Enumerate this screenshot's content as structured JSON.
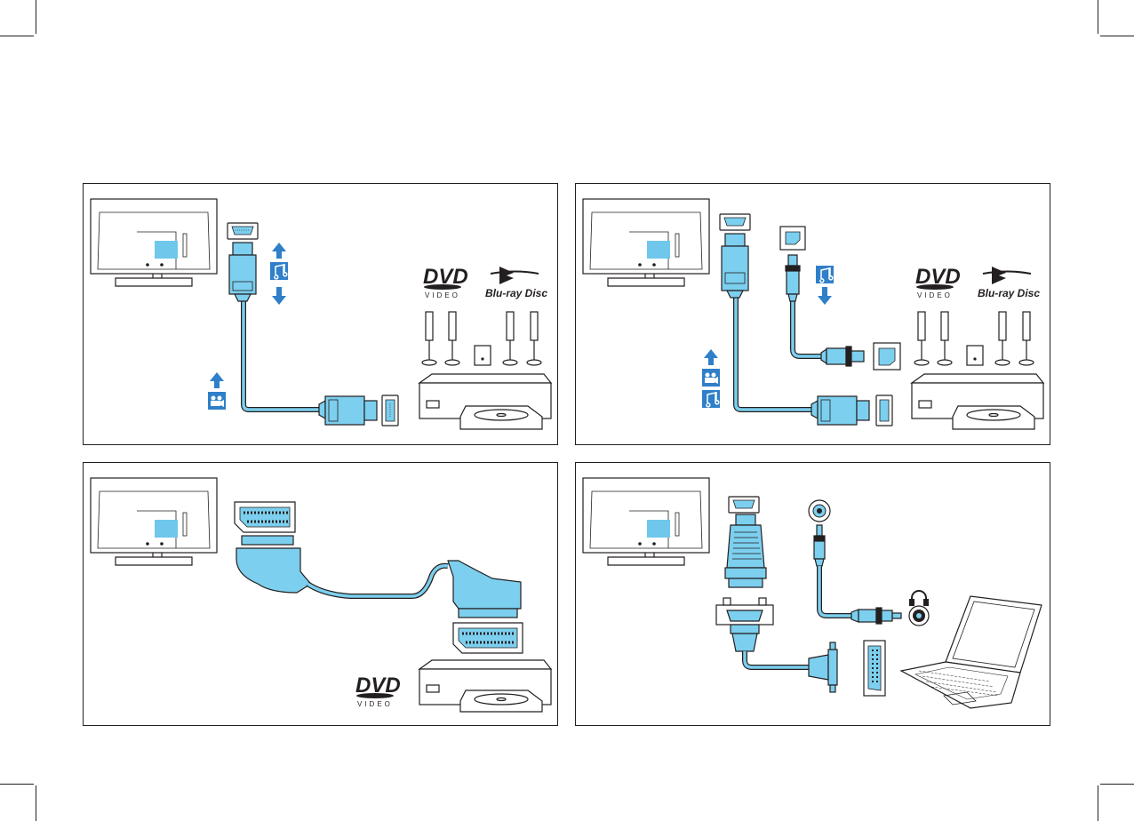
{
  "logos": {
    "dvd": {
      "text": "DVD",
      "subtext": "VIDEO"
    },
    "bluray": {
      "text": "Blu-ray Disc"
    }
  },
  "colors": {
    "cable": "#7ccfee",
    "cable_stroke": "#231f20",
    "arrow": "#2f7fc9",
    "tv_screen_patch": "#6fc7ec",
    "outline": "#231f20"
  },
  "icons": {
    "audio": "music-note-icon",
    "video": "film-camera-icon",
    "up": "arrow-up-icon",
    "down": "arrow-down-icon",
    "headphones": "headphones-icon"
  }
}
